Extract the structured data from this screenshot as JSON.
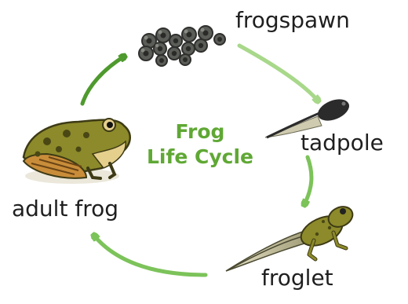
{
  "diagram": {
    "title_line1": "Frog",
    "title_line2": "Life Cycle",
    "stages": [
      {
        "label": "frogspawn",
        "icon": "frogspawn-icon"
      },
      {
        "label": "tadpole",
        "icon": "tadpole-icon"
      },
      {
        "label": "froglet",
        "icon": "froglet-icon"
      },
      {
        "label": "adult frog",
        "icon": "adult-frog-icon"
      }
    ],
    "colors": {
      "title": "#5fa834",
      "arrow_light": "#a8d88a",
      "arrow_mid": "#7cc35a",
      "arrow_dark": "#4f9a2e",
      "frog_body": "#8c8a2a",
      "frog_belly": "#e5cf8d",
      "tadpole": "#2b2b2b"
    }
  }
}
